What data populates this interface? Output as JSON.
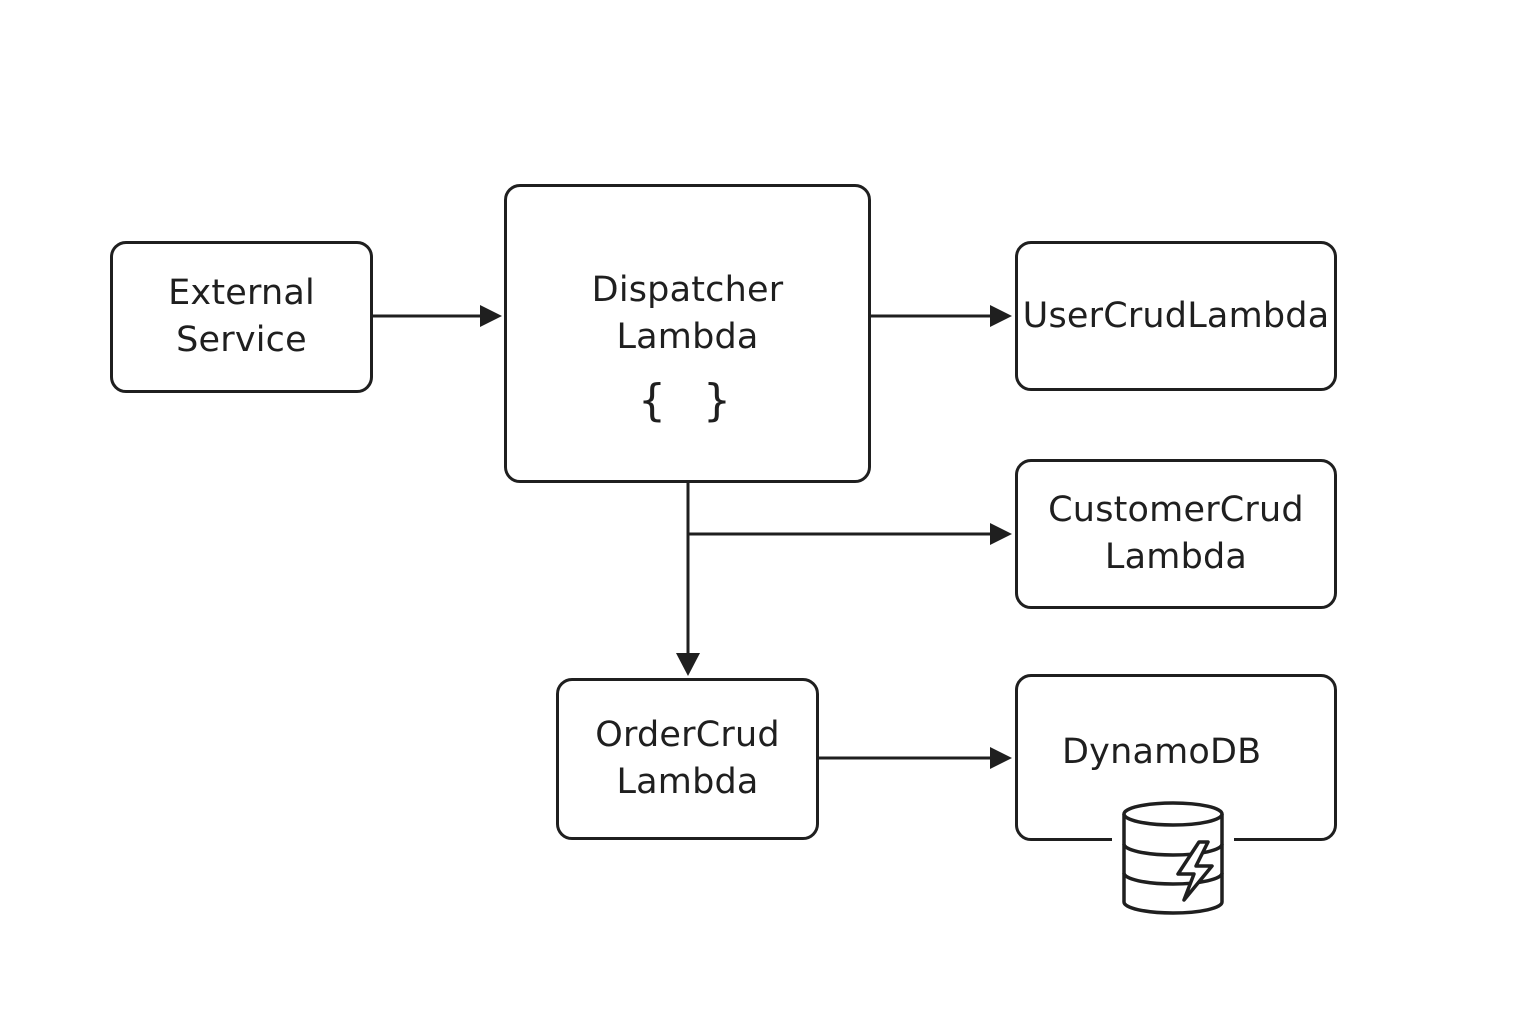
{
  "nodes": {
    "external_service": {
      "line1": "External",
      "line2": "Service"
    },
    "dispatcher": {
      "line1": "Dispatcher",
      "line2": "Lambda",
      "symbol": "{ }"
    },
    "user_crud": {
      "line1": "UserCrudLambda"
    },
    "customer_crud": {
      "line1": "CustomerCrud",
      "line2": "Lambda"
    },
    "order_crud": {
      "line1": "OrderCrud",
      "line2": "Lambda"
    },
    "dynamodb": {
      "line1": "DynamoDB"
    }
  },
  "icons": {
    "dispatcher_symbol": "curly-braces-icon",
    "dynamodb": "database-lightning-icon"
  },
  "colors": {
    "stroke": "#1f1f1f",
    "background": "#ffffff"
  }
}
